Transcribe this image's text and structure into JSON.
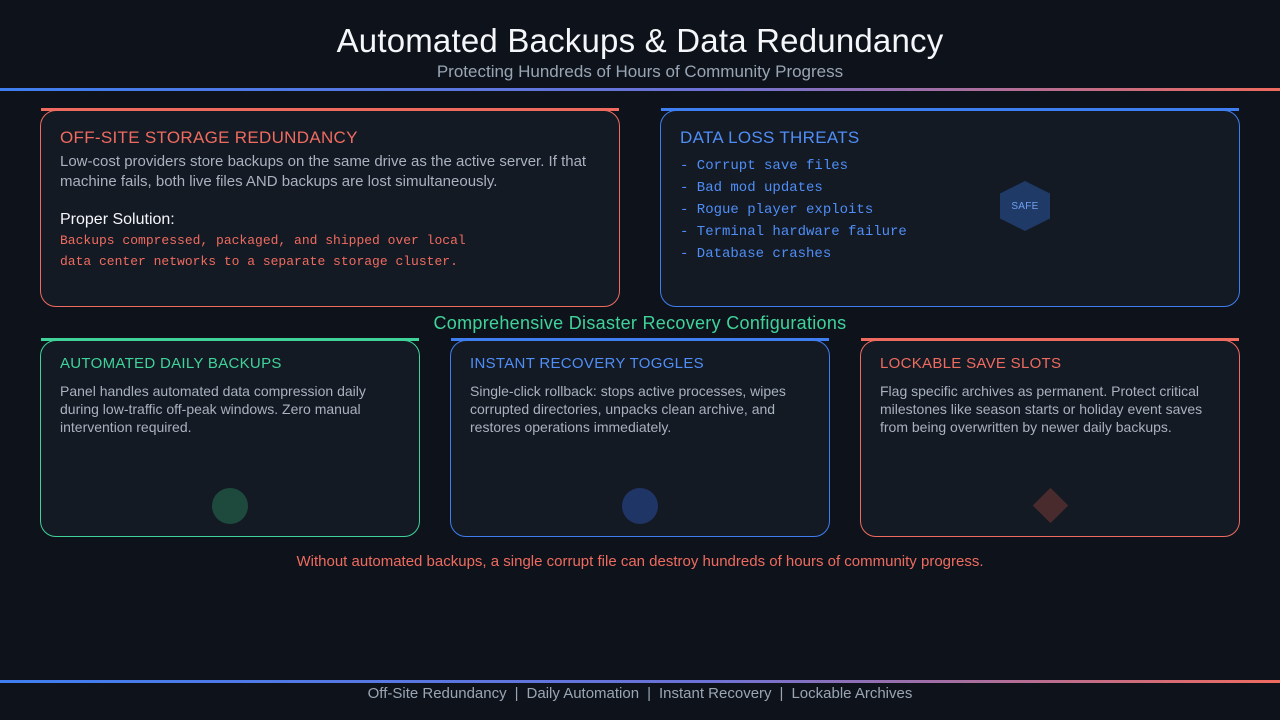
{
  "header": {
    "title": "Automated Backups & Data Redundancy",
    "subtitle": "Protecting Hundreds of Hours of Community Progress"
  },
  "colors": {
    "red": "#ef6b5f",
    "blue": "#3f7ef0",
    "green": "#3fd39a",
    "background": "#0e131b"
  },
  "offsite_card": {
    "title": "OFF-SITE STORAGE REDUNDANCY",
    "text": "Low-cost providers store backups on the same drive as the active server. If that machine fails, both live files AND backups are lost simultaneously.",
    "solution_label": "Proper Solution:",
    "solution_line1": "Backups compressed, packaged, and shipped over local",
    "solution_line2": "data center networks to a separate storage cluster."
  },
  "threats_card": {
    "title": "DATA LOSS THREATS",
    "items": [
      "- Corrupt save files",
      "- Bad mod updates",
      "- Rogue player exploits",
      "- Terminal hardware failure",
      "- Database crashes"
    ],
    "badge": "SAFE",
    "badge_icon": "hexagon-shield-icon"
  },
  "section_title": "Comprehensive Disaster Recovery Configurations",
  "features": [
    {
      "title": "AUTOMATED DAILY BACKUPS",
      "text": "Panel handles automated data compression daily during low-traffic off-peak windows. Zero manual intervention required.",
      "icon": "circle-icon"
    },
    {
      "title": "INSTANT RECOVERY TOGGLES",
      "text": "Single-click rollback: stops active processes, wipes corrupted directories, unpacks clean archive, and restores operations immediately.",
      "icon": "circle-icon"
    },
    {
      "title": "LOCKABLE SAVE SLOTS",
      "text": "Flag specific archives as permanent. Protect critical milestones like season starts or holiday event saves from being overwritten by newer daily backups.",
      "icon": "diamond-icon"
    }
  ],
  "warning": "Without automated backups, a single corrupt file can destroy hundreds of hours of community progress.",
  "footer": {
    "items": [
      "Off-Site Redundancy",
      "Daily Automation",
      "Instant Recovery",
      "Lockable Archives"
    ],
    "separator": "|"
  }
}
